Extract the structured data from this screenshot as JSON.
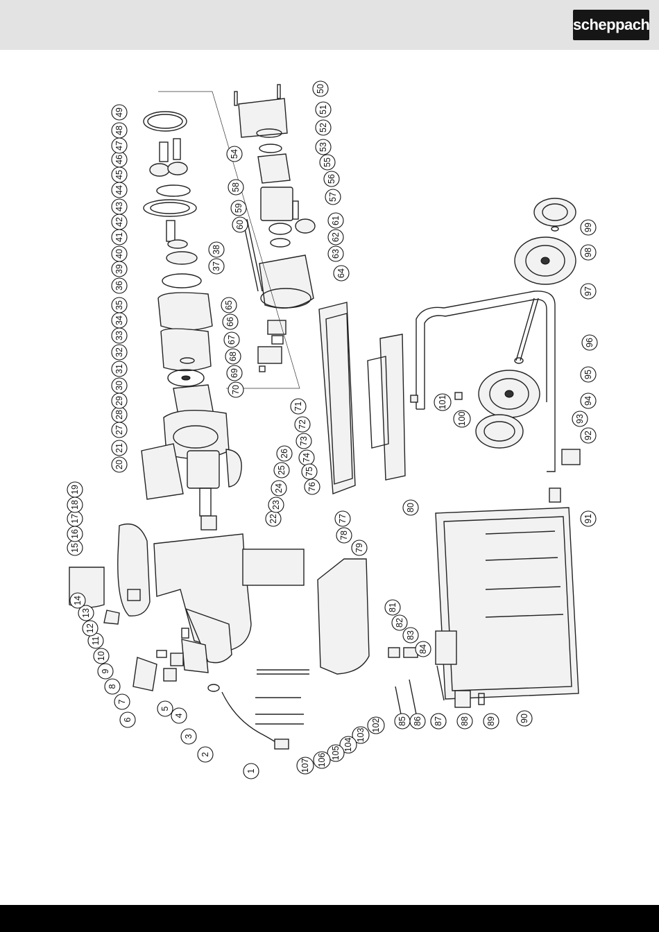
{
  "brand": {
    "logo_text": "scheppach"
  },
  "diagram": {
    "type": "exploded-parts-view",
    "callouts": [
      {
        "n": "1"
      },
      {
        "n": "2"
      },
      {
        "n": "3"
      },
      {
        "n": "4"
      },
      {
        "n": "5"
      },
      {
        "n": "6"
      },
      {
        "n": "7"
      },
      {
        "n": "8"
      },
      {
        "n": "9"
      },
      {
        "n": "10"
      },
      {
        "n": "11"
      },
      {
        "n": "12"
      },
      {
        "n": "13"
      },
      {
        "n": "14"
      },
      {
        "n": "15"
      },
      {
        "n": "16"
      },
      {
        "n": "17"
      },
      {
        "n": "18"
      },
      {
        "n": "19"
      },
      {
        "n": "20"
      },
      {
        "n": "21"
      },
      {
        "n": "22"
      },
      {
        "n": "23"
      },
      {
        "n": "24"
      },
      {
        "n": "25"
      },
      {
        "n": "26"
      },
      {
        "n": "27"
      },
      {
        "n": "28"
      },
      {
        "n": "29"
      },
      {
        "n": "30"
      },
      {
        "n": "31"
      },
      {
        "n": "32"
      },
      {
        "n": "33"
      },
      {
        "n": "34"
      },
      {
        "n": "35"
      },
      {
        "n": "36"
      },
      {
        "n": "37"
      },
      {
        "n": "38"
      },
      {
        "n": "39"
      },
      {
        "n": "40"
      },
      {
        "n": "41"
      },
      {
        "n": "42"
      },
      {
        "n": "43"
      },
      {
        "n": "44"
      },
      {
        "n": "45"
      },
      {
        "n": "46"
      },
      {
        "n": "47"
      },
      {
        "n": "48"
      },
      {
        "n": "49"
      },
      {
        "n": "50"
      },
      {
        "n": "51"
      },
      {
        "n": "52"
      },
      {
        "n": "53"
      },
      {
        "n": "54"
      },
      {
        "n": "55"
      },
      {
        "n": "56"
      },
      {
        "n": "57"
      },
      {
        "n": "58"
      },
      {
        "n": "59"
      },
      {
        "n": "60"
      },
      {
        "n": "61"
      },
      {
        "n": "62"
      },
      {
        "n": "63"
      },
      {
        "n": "64"
      },
      {
        "n": "65"
      },
      {
        "n": "66"
      },
      {
        "n": "67"
      },
      {
        "n": "68"
      },
      {
        "n": "69"
      },
      {
        "n": "70"
      },
      {
        "n": "71"
      },
      {
        "n": "72"
      },
      {
        "n": "73"
      },
      {
        "n": "74"
      },
      {
        "n": "75"
      },
      {
        "n": "76"
      },
      {
        "n": "77"
      },
      {
        "n": "78"
      },
      {
        "n": "79"
      },
      {
        "n": "80"
      },
      {
        "n": "81"
      },
      {
        "n": "82"
      },
      {
        "n": "83"
      },
      {
        "n": "84"
      },
      {
        "n": "85"
      },
      {
        "n": "86"
      },
      {
        "n": "87"
      },
      {
        "n": "87"
      },
      {
        "n": "88"
      },
      {
        "n": "89"
      },
      {
        "n": "90"
      },
      {
        "n": "91"
      },
      {
        "n": "92"
      },
      {
        "n": "93"
      },
      {
        "n": "94"
      },
      {
        "n": "95"
      },
      {
        "n": "96"
      },
      {
        "n": "97"
      },
      {
        "n": "98"
      },
      {
        "n": "99"
      },
      {
        "n": "100"
      },
      {
        "n": "101"
      },
      {
        "n": "102"
      },
      {
        "n": "103"
      },
      {
        "n": "104"
      },
      {
        "n": "105"
      },
      {
        "n": "106"
      },
      {
        "n": "107"
      }
    ]
  },
  "colors": {
    "header": "#e3e3e3",
    "footer": "#000000",
    "logo_bg": "#161616"
  }
}
